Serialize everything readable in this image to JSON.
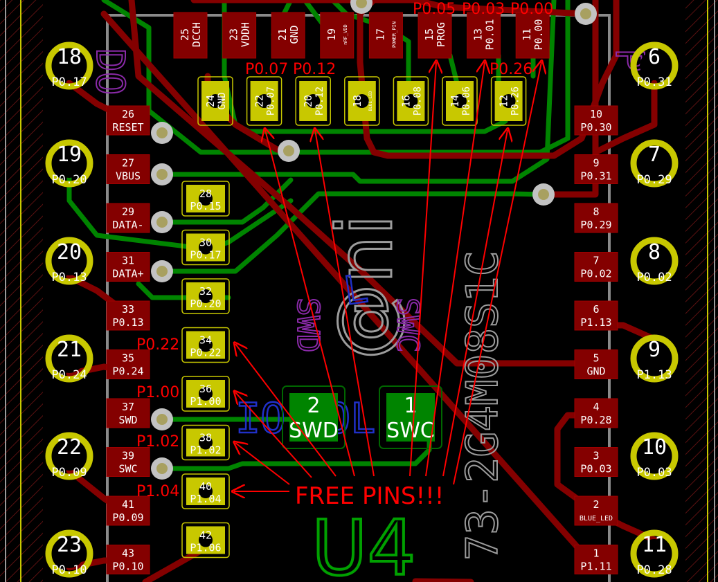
{
  "annotations": {
    "top": [
      "P0.05",
      "P0.03",
      "P0.00"
    ],
    "mid": [
      "P0.07",
      "P0.12"
    ],
    "right": "P0.26",
    "left": [
      "P0.22",
      "P1.00",
      "P1.02",
      "P1.04"
    ],
    "free_pins": "FREE PINS!!!"
  },
  "reference": "U4",
  "part_number": "73-2G4M08S1C",
  "silk_labels": [
    "SWD",
    "SWC"
  ],
  "bottom_pads": [
    {
      "num": "2",
      "name": "SWD"
    },
    {
      "num": "1",
      "name": "SWC"
    }
  ],
  "top_pads": [
    {
      "num": "25",
      "name": "DCCH"
    },
    {
      "num": "23",
      "name": "VDDH"
    },
    {
      "num": "21",
      "name": "GND"
    },
    {
      "num": "19",
      "name": "nRF_VDD"
    },
    {
      "num": "17",
      "name": "POWER_PIN"
    },
    {
      "num": "15",
      "name": "PROG"
    },
    {
      "num": "13",
      "name": "P0.01"
    },
    {
      "num": "11",
      "name": "P0.00"
    }
  ],
  "inner_pads": [
    {
      "num": "24",
      "name": "GND"
    },
    {
      "num": "22",
      "name": "P0.07"
    },
    {
      "num": "20",
      "name": "P0.12"
    },
    {
      "num": "18",
      "name": "BLUE_LED"
    },
    {
      "num": "16",
      "name": "P0.08"
    },
    {
      "num": "14",
      "name": "P0.06"
    },
    {
      "num": "12",
      "name": "P0.26"
    }
  ],
  "left_pads": [
    {
      "num": "26",
      "name": "RESET"
    },
    {
      "num": "27",
      "name": "VBUS"
    },
    {
      "num": "29",
      "name": "DATA-"
    },
    {
      "num": "31",
      "name": "DATA+"
    },
    {
      "num": "33",
      "name": "P0.13"
    },
    {
      "num": "35",
      "name": "P0.24"
    },
    {
      "num": "37",
      "name": "SWD"
    },
    {
      "num": "39",
      "name": "SWC"
    },
    {
      "num": "41",
      "name": "P0.09"
    },
    {
      "num": "43",
      "name": "P0.10"
    }
  ],
  "center_pads": [
    {
      "num": "28",
      "name": "P0.15"
    },
    {
      "num": "30",
      "name": "P0.17"
    },
    {
      "num": "32",
      "name": "P0.20"
    },
    {
      "num": "34",
      "name": "P0.22"
    },
    {
      "num": "36",
      "name": "P1.00"
    },
    {
      "num": "38",
      "name": "P1.02"
    },
    {
      "num": "40",
      "name": "P1.04"
    },
    {
      "num": "42",
      "name": "P1.06"
    }
  ],
  "right_pads": [
    {
      "num": "10",
      "name": "P0.30"
    },
    {
      "num": "9",
      "name": "P0.31"
    },
    {
      "num": "8",
      "name": "P0.29"
    },
    {
      "num": "7",
      "name": "P0.02"
    },
    {
      "num": "6",
      "name": "P1.13"
    },
    {
      "num": "5",
      "name": "GND"
    },
    {
      "num": "4",
      "name": "P0.28"
    },
    {
      "num": "3",
      "name": "P0.03"
    },
    {
      "num": "2",
      "name": "BLUE_LED"
    },
    {
      "num": "1",
      "name": "P1.11"
    }
  ],
  "left_holes": [
    {
      "num": "18",
      "name": "P0.17"
    },
    {
      "num": "19",
      "name": "P0.20"
    },
    {
      "num": "20",
      "name": "P0.13"
    },
    {
      "num": "21",
      "name": "P0.24"
    },
    {
      "num": "22",
      "name": "P0.09"
    },
    {
      "num": "23",
      "name": "P0.10"
    }
  ],
  "right_holes": [
    {
      "num": "6",
      "name": "P0.31"
    },
    {
      "num": "7",
      "name": "P0.29"
    },
    {
      "num": "8",
      "name": "P0.02"
    },
    {
      "num": "9",
      "name": "P1.13"
    },
    {
      "num": "10",
      "name": "P0.03"
    },
    {
      "num": "11",
      "name": "P0.28"
    }
  ],
  "colors": {
    "copper_front": "#840000",
    "copper_back": "#008400",
    "pad": "#c8c800",
    "silkscreen": "#c2c2c2",
    "annotation": "#ff0000",
    "ref_text": "#00a000"
  }
}
